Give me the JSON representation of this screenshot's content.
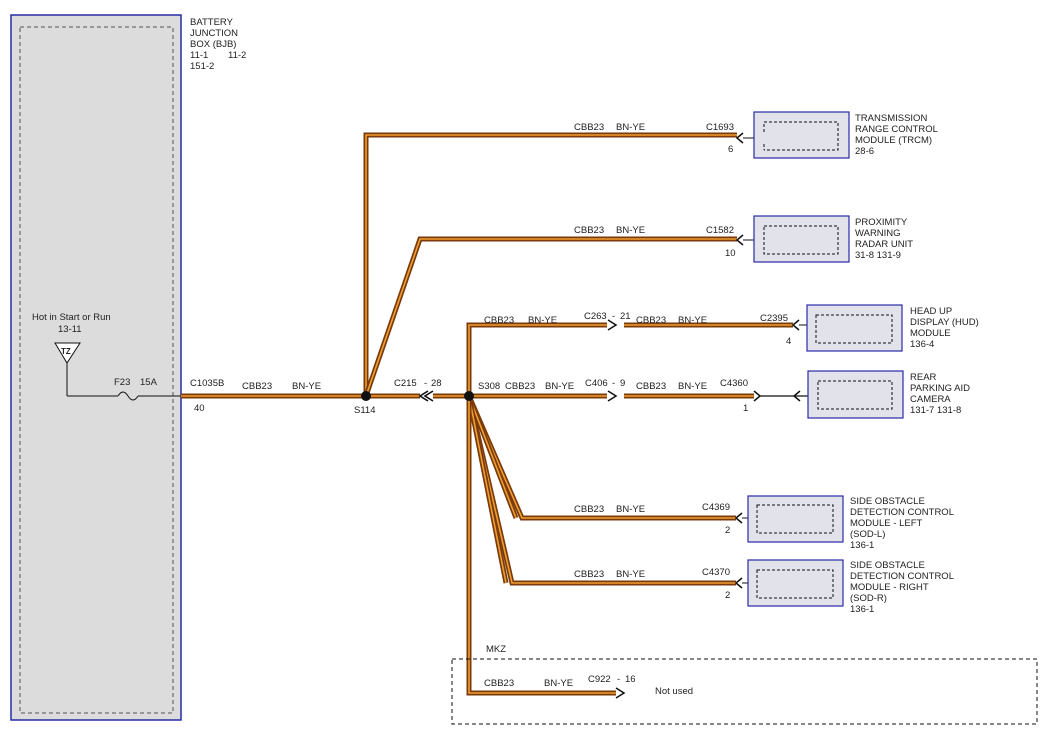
{
  "bjb": {
    "title_lines": [
      "BATTERY",
      "JUNCTION",
      "BOX (BJB)"
    ],
    "ref_line1_a": "11-1",
    "ref_line1_b": "11-2",
    "ref_line2": "151-2",
    "hot_label": "Hot in Start or Run",
    "hot_ref": "13-11",
    "tz_label": "TZ",
    "fuse_label": "F23",
    "fuse_rating": "15A"
  },
  "main_run": {
    "connector": "C1035B",
    "pin": "40",
    "circuit": "CBB23",
    "color": "BN-YE",
    "splice": "S114"
  },
  "mid": {
    "connector": "C215",
    "pin": "28",
    "splice": "S308",
    "circuit": "CBB23",
    "color": "BN-YE"
  },
  "branches": {
    "trcm": {
      "circuit": "CBB23",
      "color": "BN-YE",
      "connector": "C1693",
      "pin": "6",
      "lines": [
        "TRANSMISSION",
        "RANGE CONTROL",
        "MODULE (TRCM)",
        "28-6"
      ]
    },
    "radar": {
      "circuit": "CBB23",
      "color": "BN-YE",
      "connector": "C1582",
      "pin": "10",
      "lines": [
        "PROXIMITY",
        "WARNING",
        "RADAR UNIT",
        "31-8   131-9"
      ]
    },
    "hud": {
      "circuit_a": "CBB23",
      "color_a": "BN-YE",
      "inline_connector": "C263",
      "inline_pin": "21",
      "circuit_b": "CBB23",
      "color_b": "BN-YE",
      "connector": "C2395",
      "pin": "4",
      "lines": [
        "HEAD UP",
        "DISPLAY (HUD)",
        "MODULE",
        "136-4"
      ]
    },
    "camera": {
      "inline_connector": "C406",
      "inline_pin": "9",
      "circuit_b": "CBB23",
      "color_b": "BN-YE",
      "connector": "C4360",
      "pin": "1",
      "lines": [
        "REAR",
        "PARKING AID",
        "CAMERA",
        "131-7   131-8"
      ]
    },
    "sod_l": {
      "circuit": "CBB23",
      "color": "BN-YE",
      "connector": "C4369",
      "pin": "2",
      "lines": [
        "SIDE OBSTACLE",
        "DETECTION CONTROL",
        "MODULE - LEFT",
        "(SOD-L)",
        "136-1"
      ]
    },
    "sod_r": {
      "circuit": "CBB23",
      "color": "BN-YE",
      "connector": "C4370",
      "pin": "2",
      "lines": [
        "SIDE OBSTACLE",
        "DETECTION CONTROL",
        "MODULE - RIGHT",
        "(SOD-R)",
        "136-1"
      ]
    },
    "mkz": {
      "label": "MKZ",
      "circuit": "CBB23",
      "color": "BN-YE",
      "connector": "C922",
      "pin": "16",
      "note": "Not used"
    }
  },
  "colors": {
    "wire_brown": "#7a3a0c",
    "wire_yellow": "#f0a030",
    "module_border": "#2a2aa8",
    "module_fill": "#e2e2ea",
    "bjb_fill": "#dcdcdc"
  }
}
